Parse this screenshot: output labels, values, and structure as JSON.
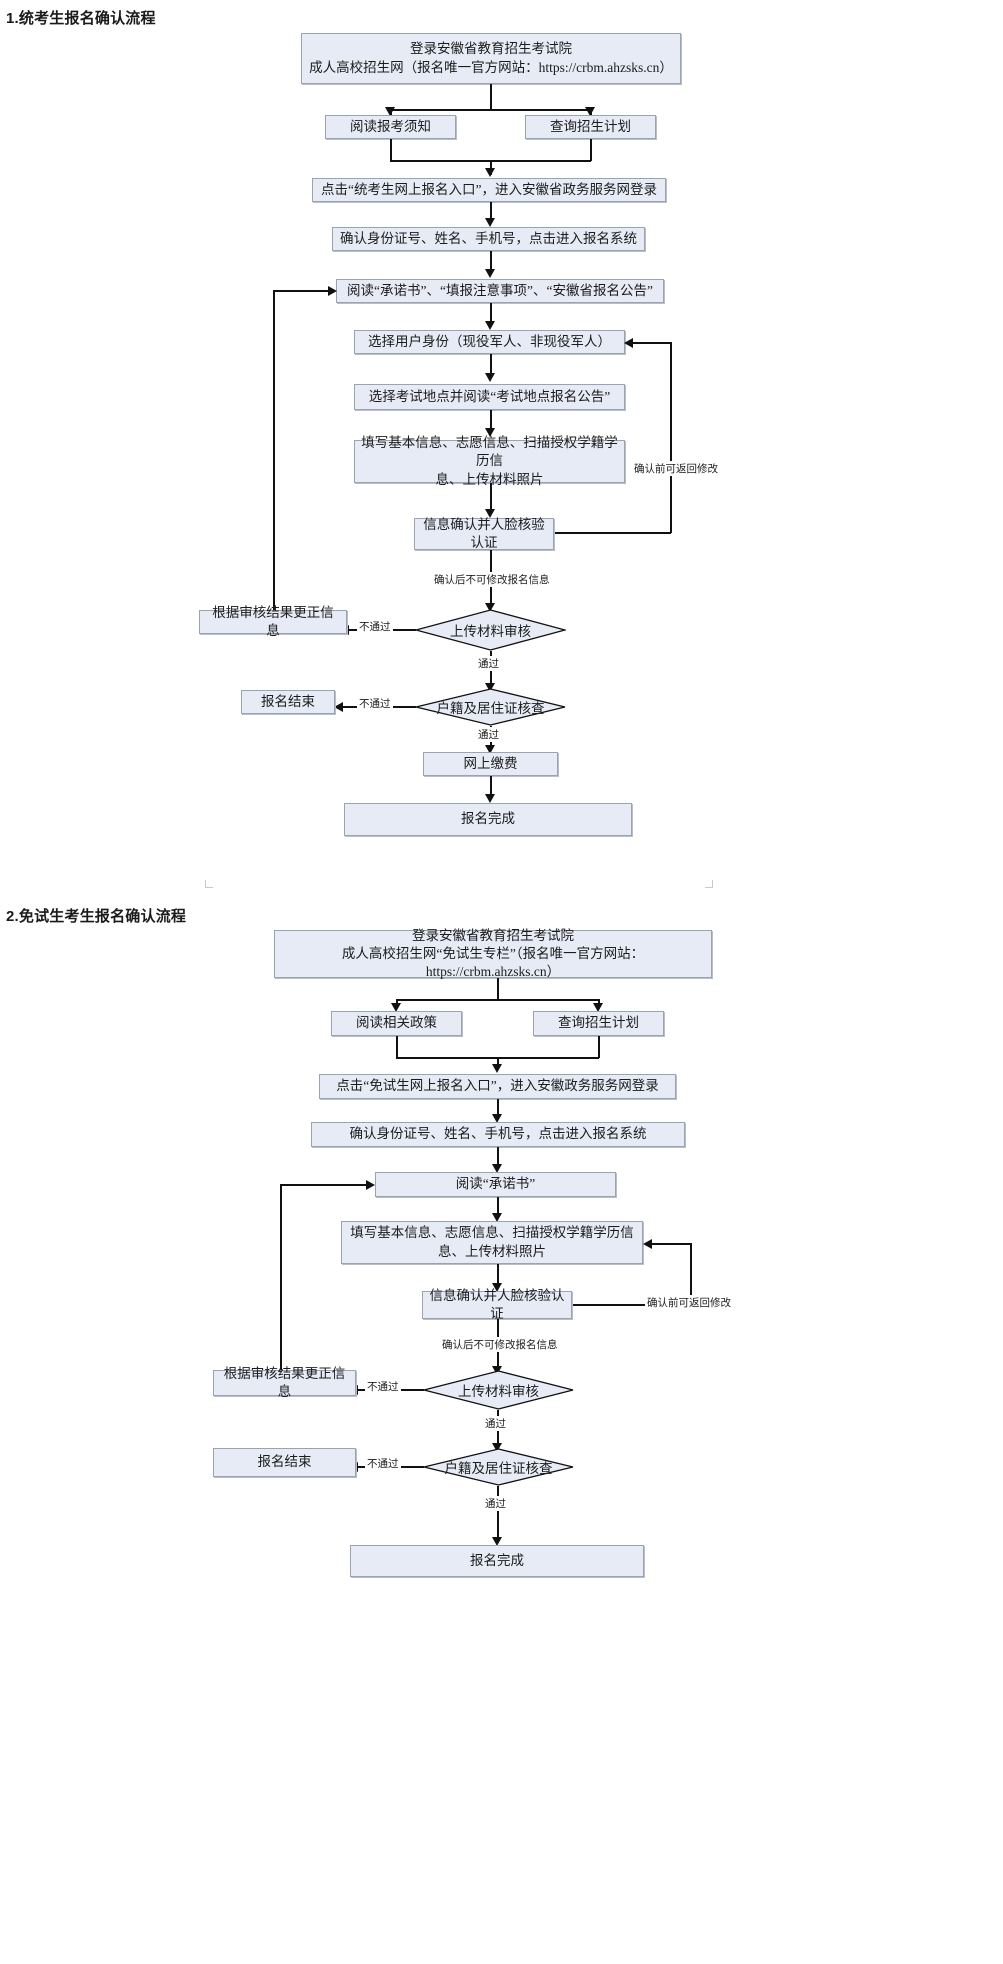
{
  "document": {
    "title_1": "1.统考生报名确认流程",
    "title_2": "2.免试生考生报名确认流程"
  },
  "colors": {
    "node_fill": "#e6ebf5",
    "node_border": "#9aa3b0",
    "line": "#111111",
    "text": "#1c1c1c"
  },
  "flow1": {
    "nodes": {
      "login": "登录安徽省教育招生考试院\n成人高校招生网（报名唯一官方网站：https://crbm.ahzsks.cn）",
      "read_notice": "阅读报考须知",
      "query_plan": "查询招生计划",
      "entry_click": "点击“统考生网上报名入口”，进入安徽省政务服务网登录",
      "confirm_identity": "确认身份证号、姓名、手机号，点击进入报名系统",
      "read_docs": "阅读“承诺书”、“填报注意事项”、“安徽省报名公告”",
      "select_identity": "选择用户身份（现役军人、非现役军人）",
      "select_site": "选择考试地点并阅读“考试地点报名公告”",
      "fill_info": "填写基本信息、志愿信息、扫描授权学籍学历信\n息、上传材料照片",
      "confirm_face": "信息确认并人脸核验认证",
      "correct_info": "根据审核结果更正信息",
      "registration_end": "报名结束",
      "online_pay": "网上缴费",
      "registration_done": "报名完成"
    },
    "decisions": {
      "material_review": "上传材料审核",
      "residence_check": "户籍及居住证核查"
    },
    "edge_labels": {
      "can_return": "确认前可返回修改",
      "cannot_modify": "确认后不可修改报名信息",
      "fail_1": "不通过",
      "pass_1": "通过",
      "fail_2": "不通过",
      "pass_2": "通过"
    }
  },
  "flow2": {
    "nodes": {
      "login": "登录安徽省教育招生考试院\n成人高校招生网“免试生专栏”（报名唯一官方网站：https://crbm.ahzsks.cn）",
      "read_policy": "阅读相关政策",
      "query_plan": "查询招生计划",
      "entry_click": "点击“免试生网上报名入口”，进入安徽政务服务网登录",
      "confirm_identity": "确认身份证号、姓名、手机号，点击进入报名系统",
      "read_docs": "阅读“承诺书”",
      "fill_info": "填写基本信息、志愿信息、扫描授权学籍学历信\n息、上传材料照片",
      "confirm_face": "信息确认并人脸核验认证",
      "correct_info": "根据审核结果更正信息",
      "registration_end": "报名结束",
      "registration_done": "报名完成"
    },
    "decisions": {
      "material_review": "上传材料审核",
      "residence_check": "户籍及居住证核查"
    },
    "edge_labels": {
      "can_return": "确认前可返回修改",
      "cannot_modify": "确认后不可修改报名信息",
      "fail_1": "不通过",
      "pass_1": "通过",
      "fail_2": "不通过",
      "pass_2": "通过"
    }
  }
}
